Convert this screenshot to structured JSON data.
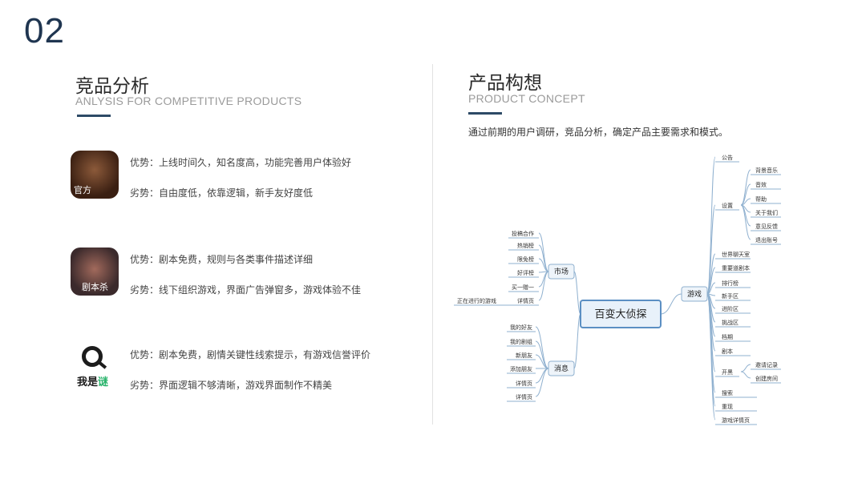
{
  "page_number": "02",
  "left": {
    "title": "竞品分析",
    "subtitle": "ANLYSIS FOR COMPETITIVE PRODUCTS",
    "competitors": [
      {
        "logo_text": "官方",
        "pros": "优势：上线时间久，知名度高，功能完善用户体验好",
        "cons": "劣势：自由度低，依靠逻辑，新手友好度低"
      },
      {
        "logo_text": "剧本杀",
        "pros": "优势：剧本免费，规则与各类事件描述详细",
        "cons": "劣势：线下组织游戏，界面广告弹窗多，游戏体验不佳"
      },
      {
        "logo_text_a": "我是",
        "logo_text_b": "谜",
        "pros": "优势：剧本免费，剧情关键性线索提示，有游戏信誉评价",
        "cons": "劣势：界面逻辑不够清晰，游戏界面制作不精美"
      }
    ]
  },
  "right": {
    "title": "产品构想",
    "subtitle": "PRODUCT CONCEPT",
    "description": "通过前期的用户调研，竞品分析，确定产品主要需求和模式。",
    "mindmap": {
      "root": "百变大侦探",
      "market": {
        "label": "市场",
        "items": [
          "投稿合作",
          "热销榜",
          "限免榜",
          "好评榜",
          "买一赠一",
          "详情页"
        ],
        "extra": "正在进行的游戏"
      },
      "messages": {
        "label": "消息",
        "items": [
          "我的好友",
          "我的剧组",
          "新朋友",
          "添加朋友",
          "详情页",
          "详情页"
        ]
      },
      "game": {
        "label": "游戏",
        "announcement": "公告",
        "settings": {
          "label": "设置",
          "items": [
            "背景音乐",
            "音效",
            "帮助",
            "关于我们",
            "意见反馈",
            "退出账号"
          ]
        },
        "items_a": [
          "世界聊天室",
          "重要道剧本",
          "排行榜",
          "新手区",
          "进阶区",
          "挑战区",
          "档期",
          "剧本"
        ],
        "start": {
          "label": "开黑",
          "items": [
            "邀请记录",
            "创建房间"
          ]
        },
        "items_b": [
          "搜索",
          "重现",
          "游戏详情页"
        ]
      }
    }
  }
}
